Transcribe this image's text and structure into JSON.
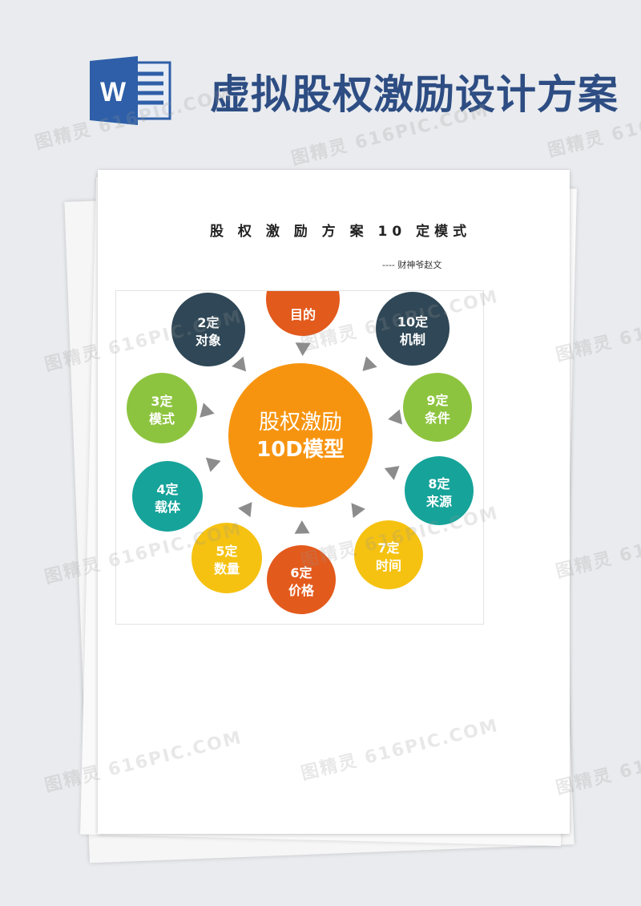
{
  "header": {
    "app_icon": "word-document-icon",
    "title": "虚拟股权激励设计方案"
  },
  "document": {
    "title": "股 权 激 励 方 案 10 定模式",
    "author": "----  财神爷赵文"
  },
  "diagram": {
    "center": {
      "line1": "股权激励",
      "line2": "10D模型"
    },
    "nodes": [
      {
        "line1": "",
        "line2": "目的",
        "color": "#e35a1d"
      },
      {
        "line1": "10定",
        "line2": "机制",
        "color": "#2f4756"
      },
      {
        "line1": "9定",
        "line2": "条件",
        "color": "#8dc43f"
      },
      {
        "line1": "8定",
        "line2": "来源",
        "color": "#16a39a"
      },
      {
        "line1": "7定",
        "line2": "时间",
        "color": "#f5c211"
      },
      {
        "line1": "6定",
        "line2": "价格",
        "color": "#e35a1d"
      },
      {
        "line1": "5定",
        "line2": "数量",
        "color": "#f5c211"
      },
      {
        "line1": "4定",
        "line2": "载体",
        "color": "#16a39a"
      },
      {
        "line1": "3定",
        "line2": "模式",
        "color": "#8dc43f"
      },
      {
        "line1": "2定",
        "line2": "对象",
        "color": "#2f4756"
      }
    ]
  },
  "watermark": {
    "text": "图精灵 616PIC.COM"
  },
  "colors": {
    "title_blue": "#2d4d83",
    "center_orange": "#f7940f",
    "arrow_gray": "#8c8c8c"
  }
}
